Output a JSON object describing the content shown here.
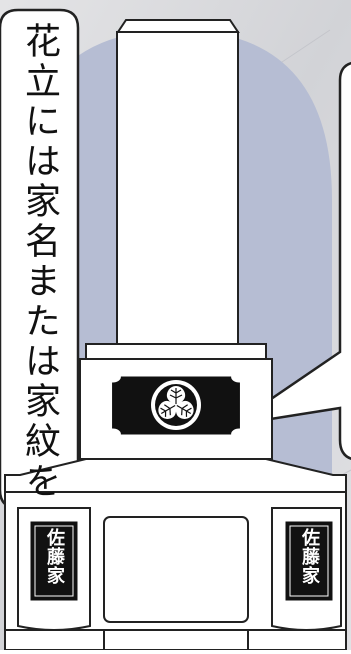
{
  "bubble_left": {
    "text": "花立には家名または家紋を"
  },
  "vase_left": {
    "family_name": "佐藤家"
  },
  "vase_right": {
    "family_name": "佐藤家"
  },
  "crest": {
    "icon": "hollyhock-crest-icon"
  },
  "colors": {
    "background": "#d9dade",
    "arch": "#b6bdd3",
    "stone": "#ffffff",
    "outline": "#222222",
    "plate": "#111111"
  }
}
